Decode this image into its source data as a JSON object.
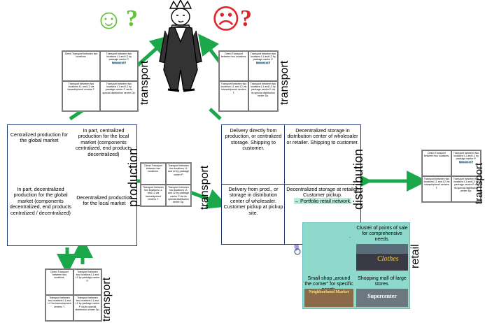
{
  "faces": {
    "happy_q": "?",
    "sad_q": "?"
  },
  "transport_box": {
    "direct": "Direct Transport between two locations.",
    "carrier": "Transport between two locations L1 and L2 by package carrier P.",
    "network": "Network of P",
    "transshipment": "Transport between two locations L1 and L2 via transshipment centers T.",
    "special": "Transport between two locations L1 and L2 by package carrier P via its special distribution center Dp."
  },
  "production": {
    "q1": "Centralized production for the global market",
    "q2": "In part, centralized production for the local market (components centralized, end products decentralized)",
    "q3": "In part, decentralized production for the global market (components decentralized, end products centralized / decentralized)",
    "q4": "Decentralized production for the local market"
  },
  "distribution": {
    "q1": "Delivery directly from production, or centralized storage. Shipping to customer.",
    "q2": "Decentralized storage in distribution center of wholesaler or retailer. Shipping to customer.",
    "q3": "Delivery from prod., or storage in distribution center of wholesaler. Customer pickup at pickup site.",
    "q4": "Decentralized storage at retailer. Customer pickup.",
    "q4_link": "→ Portfolio retail network."
  },
  "retail": {
    "cluster": "Cluster of points of sale for comprehensive needs.",
    "small_shop": "Small shop „around the corner“ for specific needs.",
    "mall": "Shopping mall of large stores.",
    "neighborhood": "Neighborhood Market",
    "supercenter": "Supercenter",
    "clothes": "Clothes",
    "partial": "."
  },
  "labels": {
    "production": "production",
    "transport": "transport",
    "distribution": "distribution",
    "retail": "retail"
  },
  "colors": {
    "panel_border": "#1f3b6e",
    "arrow": "#1aa84a",
    "happy": "#66c23a",
    "sad": "#e0262b",
    "map_land": "#b09be8",
    "retail_bg": "#8fd9cc"
  }
}
